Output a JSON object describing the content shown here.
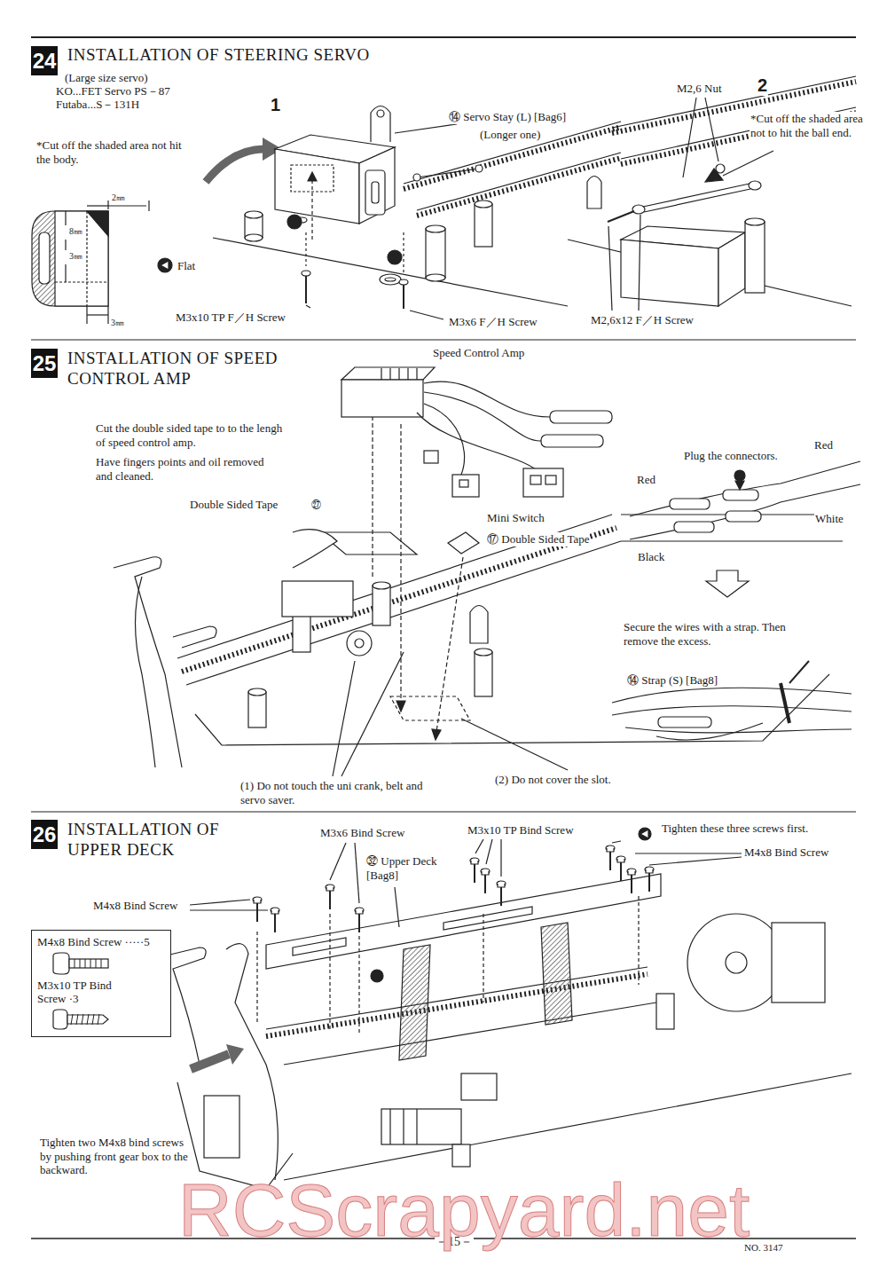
{
  "diagram": {
    "nodes": [
      {
        "text": [
          "24"
        ]
      },
      {
        "text": [
          "25"
        ]
      },
      {
        "text": [
          "26"
        ]
      },
      {
        "text": [
          "M4x8 Bind Screw ·····5",
          "M3x10 TP Bind Screw ·3"
        ]
      }
    ],
    "labels": [
      "INSTALLATION OF STEERING SERVO",
      "(Large size servo)",
      "KO...FET Servo PS－87",
      "Futaba...S－131H",
      "1",
      "2",
      "*Cut off the shaded area not hit the body.",
      "2㎜",
      "8㎜",
      "3㎜",
      "3㎜",
      "Flat",
      "⑭ Servo Stay (L) [Bag6]",
      "(Longer one)",
      "M3x10 TP F／H Screw",
      "M3x6 F／H Screw",
      "M2,6 Nut",
      "*Cut off the shaded area not to hit the ball end.",
      "M2,6x12 F／H Screw",
      "INSTALLATION OF SPEED CONTROL AMP",
      "Speed Control Amp",
      "Cut the double sided tape to to the lengh of speed control amp.",
      "Have fingers points and oil removed and cleaned.",
      "Double Sided Tape",
      "㉗",
      "Mini Switch",
      "⑰ Double Sided Tape",
      "Plug the connectors.",
      "Red",
      "Red",
      "White",
      "Black",
      "Secure the wires with a strap. Then remove the excess.",
      "⑭ Strap (S) [Bag8]",
      "(1) Do not touch the uni crank, belt and servo saver.",
      "(2) Do not cover the slot.",
      "INSTALLATION OF UPPER DECK",
      "M3x6 Bind Screw",
      "M3x10 TP Bind Screw",
      "Tighten these three screws first.",
      "M4x8 Bind Screw",
      "㉜ Upper Deck [Bag8]",
      "M4x8 Bind Screw",
      "Tighten two M4x8 bind screws by pushing front gear box to the backward.",
      "－15－",
      "NO. 3147",
      "RCScrapyard.net"
    ]
  }
}
